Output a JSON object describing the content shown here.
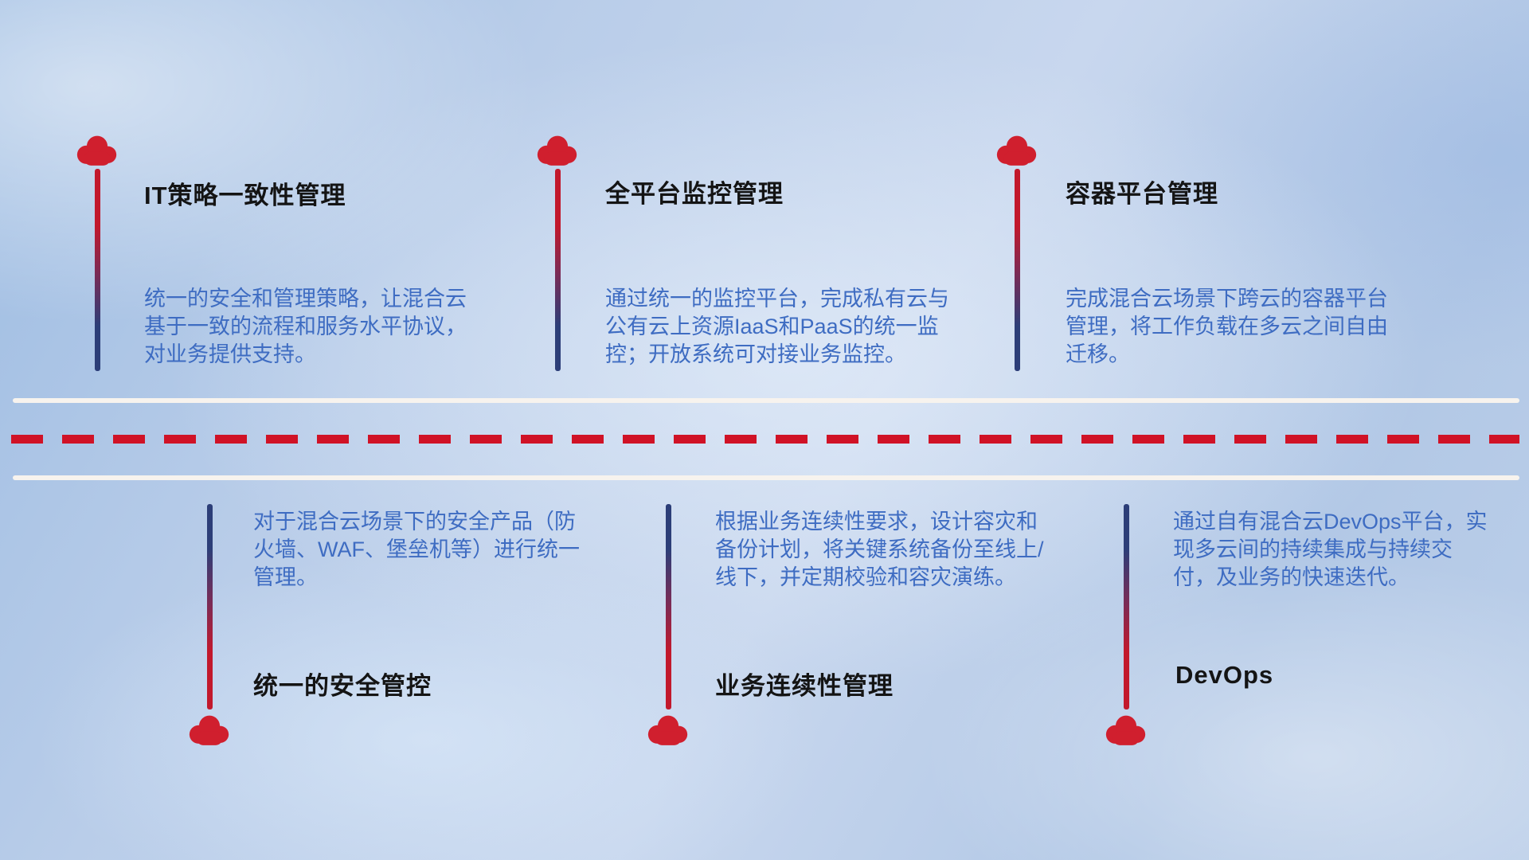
{
  "timeline": {
    "top_items": [
      {
        "title": "IT策略一致性管理",
        "description": "统一的安全和管理策略，让混合云基于一致的流程和服务水平协议，对业务提供支持。"
      },
      {
        "title": "全平台监控管理",
        "description": "通过统一的监控平台，完成私有云与公有云上资源IaaS和PaaS的统一监控；开放系统可对接业务监控。"
      },
      {
        "title": "容器平台管理",
        "description": "完成混合云场景下跨云的容器平台管理，将工作负载在多云之间自由迁移。"
      }
    ],
    "bottom_items": [
      {
        "title": "统一的安全管控",
        "description": "对于混合云场景下的安全产品（防火墙、WAF、堡垒机等）进行统一管理。"
      },
      {
        "title": "业务连续性管理",
        "description": "根据业务连续性要求，设计容灾和备份计划，将关键系统备份至线上/线下，并定期校验和容灾演练。"
      },
      {
        "title": "DevOps",
        "description": "通过自有混合云DevOps平台，实现多云间的持续集成与持续交付，及业务的快速迭代。"
      }
    ]
  },
  "colors": {
    "cloud_red": "#d01f2e",
    "line_red": "#c2182c",
    "line_navy": "#2c3e78",
    "dash_red": "#d01226",
    "white_line": "#f7f3ee",
    "title_color": "#141414",
    "desc_color": "#3e6cc2"
  }
}
